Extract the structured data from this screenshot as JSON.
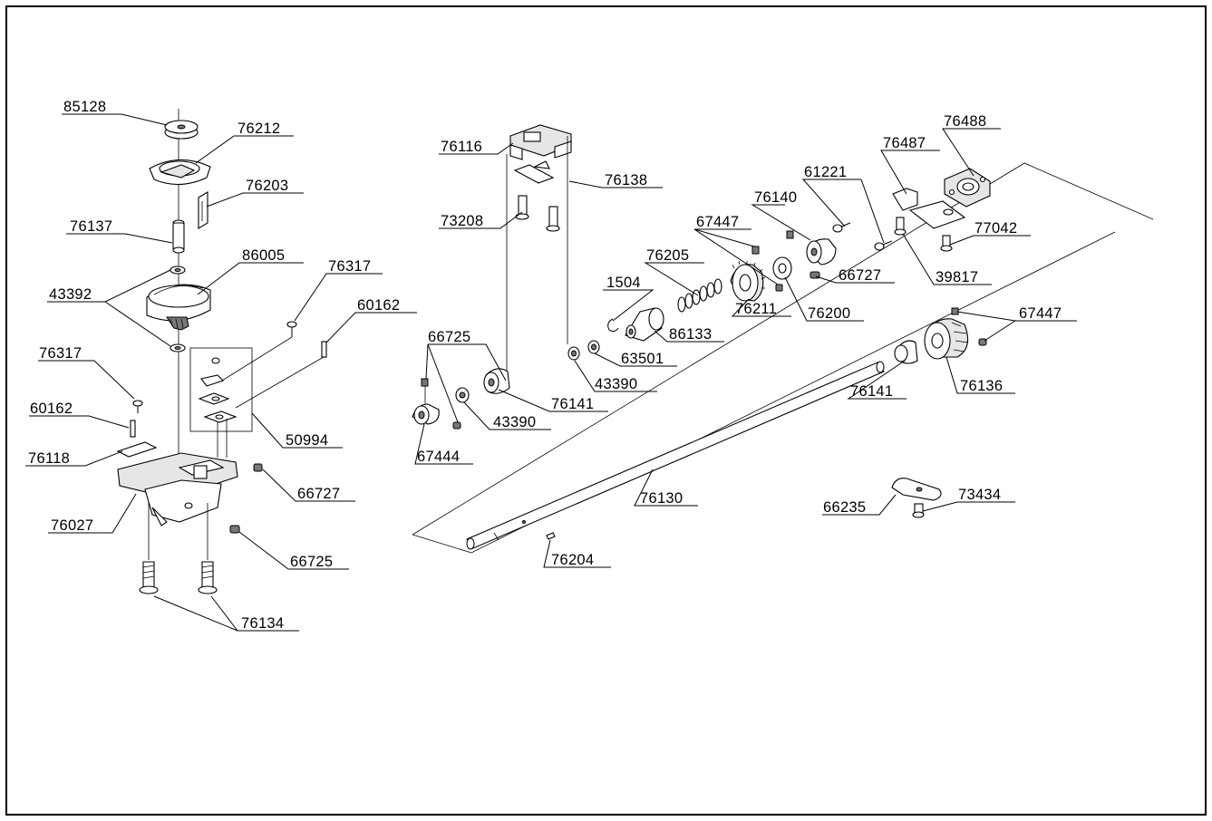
{
  "diagram": {
    "labels": [
      {
        "id": "l85128",
        "text": "85128"
      },
      {
        "id": "l76212",
        "text": "76212"
      },
      {
        "id": "l76203",
        "text": "76203"
      },
      {
        "id": "l76137",
        "text": "76137"
      },
      {
        "id": "l86005",
        "text": "86005"
      },
      {
        "id": "l43392",
        "text": "43392"
      },
      {
        "id": "l76317a",
        "text": "76317"
      },
      {
        "id": "l60162a",
        "text": "60162"
      },
      {
        "id": "l76317b",
        "text": "76317"
      },
      {
        "id": "l60162b",
        "text": "60162"
      },
      {
        "id": "l76118",
        "text": "76118"
      },
      {
        "id": "l50994",
        "text": "50994"
      },
      {
        "id": "l66727a",
        "text": "66727"
      },
      {
        "id": "l76027",
        "text": "76027"
      },
      {
        "id": "l66725a",
        "text": "66725"
      },
      {
        "id": "l76134",
        "text": "76134"
      },
      {
        "id": "l76116",
        "text": "76116"
      },
      {
        "id": "l76138",
        "text": "76138"
      },
      {
        "id": "l73208",
        "text": "73208"
      },
      {
        "id": "l66725b",
        "text": "66725"
      },
      {
        "id": "l1504",
        "text": "1504"
      },
      {
        "id": "l43390a",
        "text": "43390"
      },
      {
        "id": "l63501",
        "text": "63501"
      },
      {
        "id": "l86133",
        "text": "86133"
      },
      {
        "id": "l76205",
        "text": "76205"
      },
      {
        "id": "l67447a",
        "text": "67447"
      },
      {
        "id": "l76140",
        "text": "76140"
      },
      {
        "id": "l61221",
        "text": "61221"
      },
      {
        "id": "l76487",
        "text": "76487"
      },
      {
        "id": "l76488",
        "text": "76488"
      },
      {
        "id": "l77042",
        "text": "77042"
      },
      {
        "id": "l39817",
        "text": "39817"
      },
      {
        "id": "l66727b",
        "text": "66727"
      },
      {
        "id": "l76211",
        "text": "76211"
      },
      {
        "id": "l76200",
        "text": "76200"
      },
      {
        "id": "l67447b",
        "text": "67447"
      },
      {
        "id": "l76136",
        "text": "76136"
      },
      {
        "id": "l76141a",
        "text": "76141"
      },
      {
        "id": "l76141b",
        "text": "76141"
      },
      {
        "id": "l43390b",
        "text": "43390"
      },
      {
        "id": "l67444",
        "text": "67444"
      },
      {
        "id": "l76130",
        "text": "76130"
      },
      {
        "id": "l76204",
        "text": "76204"
      },
      {
        "id": "l66235",
        "text": "66235"
      },
      {
        "id": "l73434",
        "text": "73434"
      }
    ]
  }
}
